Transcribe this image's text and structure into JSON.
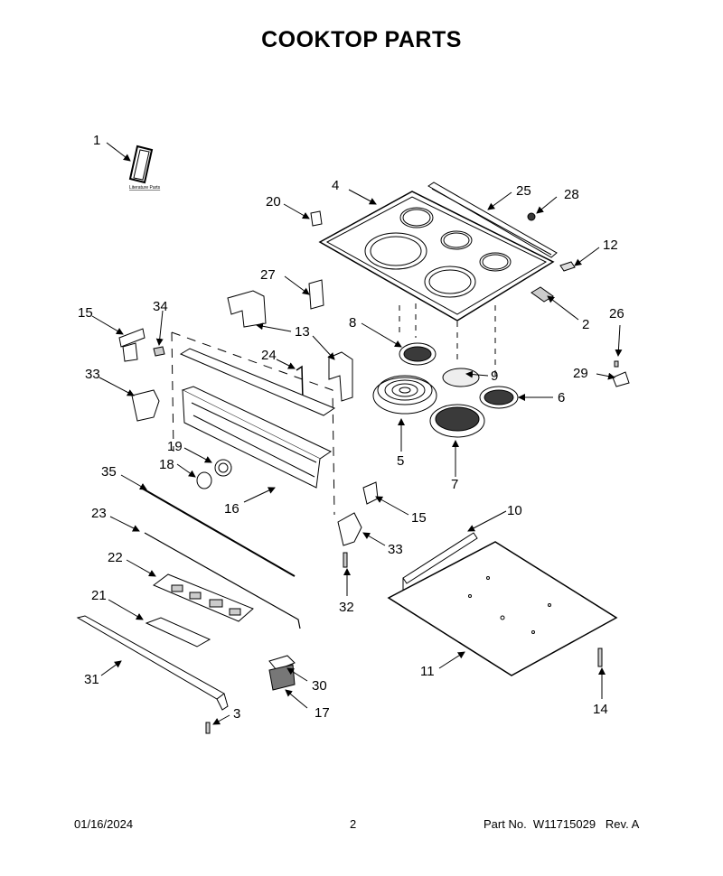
{
  "page": {
    "title": "COOKTOP  PARTS",
    "date": "01/16/2024",
    "page_number": "2",
    "part_no_label": "Part No.",
    "part_no": "W11715029",
    "rev": "Rev.  A"
  },
  "literature_label": "Literature Parts",
  "callouts": [
    "1",
    "2",
    "3",
    "4",
    "5",
    "6",
    "7",
    "8",
    "9",
    "10",
    "11",
    "12",
    "13",
    "14",
    "15",
    "16",
    "17",
    "18",
    "19",
    "20",
    "21",
    "22",
    "23",
    "24",
    "25",
    "26",
    "27",
    "28",
    "29",
    "30",
    "31",
    "32",
    "33",
    "34",
    "35"
  ],
  "colors": {
    "line": "#000000",
    "fill_light": "#e8e8e8",
    "fill_dark": "#3a3a3a"
  }
}
